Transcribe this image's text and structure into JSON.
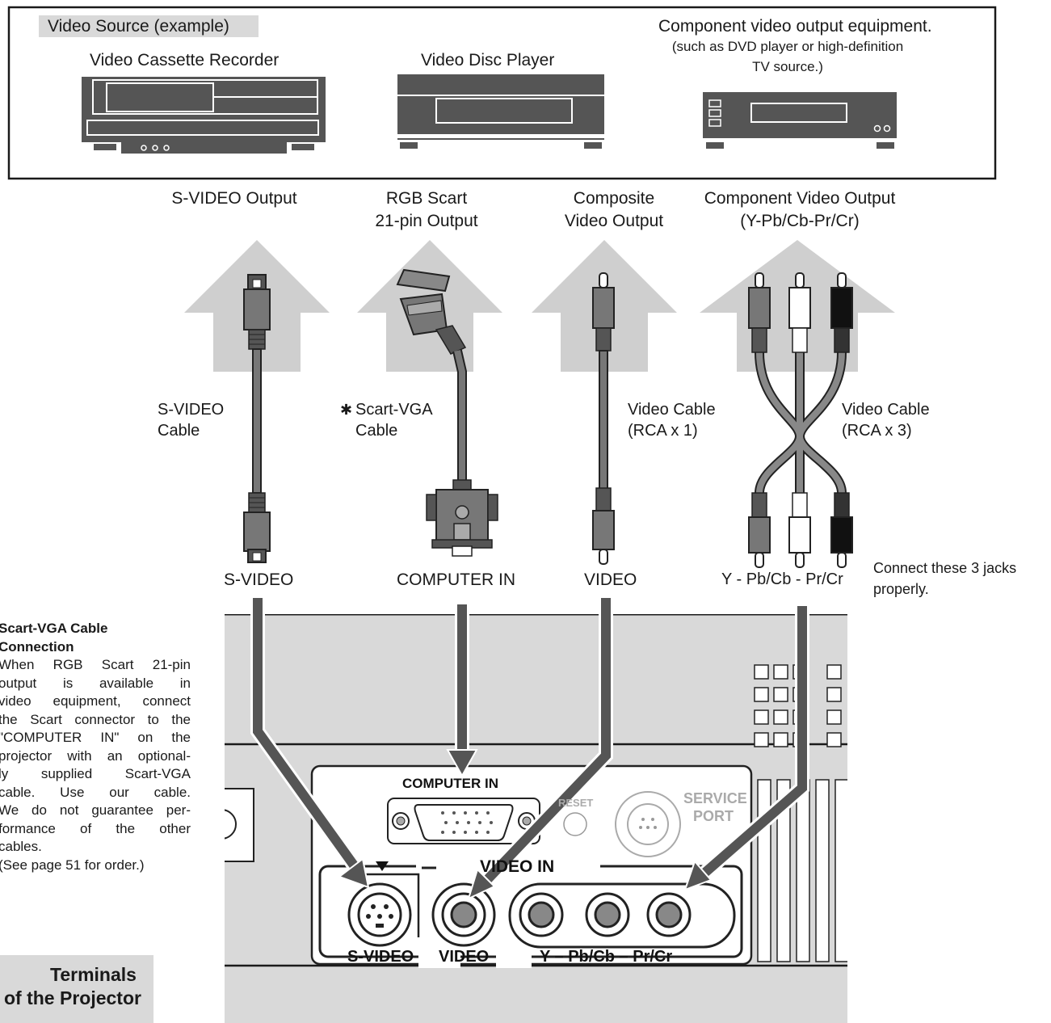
{
  "header": {
    "video_source_tag": "Video Source (example)",
    "devices": {
      "vcr": "Video Cassette Recorder",
      "disc_player": "Video Disc Player",
      "component_title": "Component video output equipment.",
      "component_sub1": "(such as DVD player or high-definition",
      "component_sub2": "TV source.)"
    }
  },
  "outputs": {
    "svideo": "S-VIDEO Output",
    "rgb_line1": "RGB Scart",
    "rgb_line2": "21-pin Output",
    "comp_line1": "Composite",
    "comp_line2": "Video Output",
    "component_line1": "Component Video Output",
    "component_line2": "(Y-Pb/Cb-Pr/Cr)"
  },
  "cables": {
    "svideo_line1": "S-VIDEO",
    "svideo_line2": "Cable",
    "scart_mark": "✱",
    "scart_line1": "Scart-VGA",
    "scart_line2": "Cable",
    "video1_line1": "Video Cable",
    "video1_line2": "(RCA x 1)",
    "video3_line1": "Video Cable",
    "video3_line2": "(RCA x 3)"
  },
  "plugs": {
    "svideo": "S-VIDEO",
    "computer_in": "COMPUTER IN",
    "video": "VIDEO",
    "component": "Y - Pb/Cb - Pr/Cr",
    "connect_line1": "Connect these 3 jacks",
    "connect_line2": "properly."
  },
  "note": {
    "title1": "Scart-VGA Cable",
    "title2": "Connection",
    "lines": [
      "When RGB Scart 21-pin",
      "output is available in",
      "video equipment, connect",
      "the Scart connector to the",
      "\"COMPUTER IN\" on the",
      "projector with an optional-",
      "ly supplied Scart-VGA",
      "cable. Use our cable.",
      "We do not guarantee per-",
      "formance of the other",
      "cables.",
      "(See page 51 for order.)"
    ]
  },
  "panel": {
    "computer_in": "COMPUTER IN",
    "reset": "RESET",
    "service1": "SERVICE",
    "service2": "PORT",
    "video_in": "VIDEO IN",
    "svideo": "S-VIDEO",
    "video": "VIDEO",
    "component": "Y – Pb/Cb – Pr/Cr"
  },
  "terminals": {
    "line1": "Terminals",
    "line2": "of the Projector"
  }
}
